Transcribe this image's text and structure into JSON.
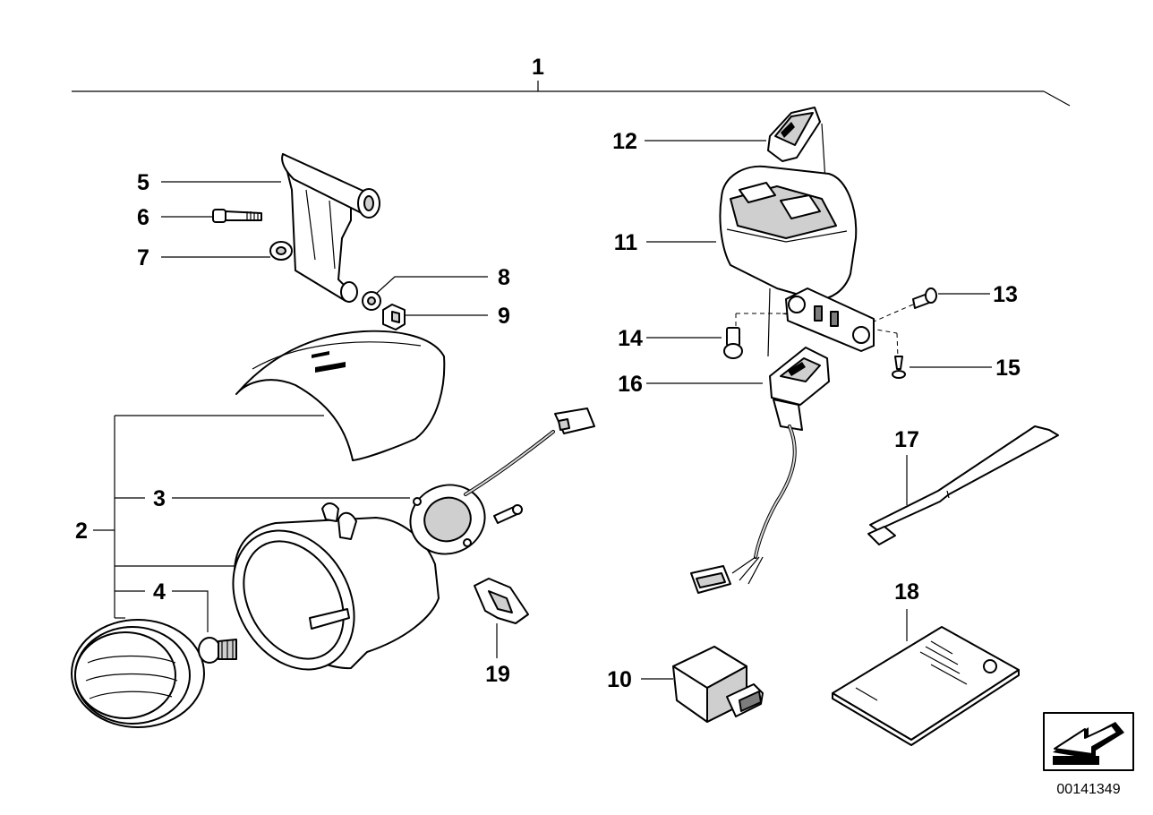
{
  "callouts": {
    "c1": "1",
    "c2": "2",
    "c3": "3",
    "c4": "4",
    "c5": "5",
    "c6": "6",
    "c7": "7",
    "c8": "8",
    "c9": "9",
    "c10": "10",
    "c11": "11",
    "c12": "12",
    "c13": "13",
    "c14": "14",
    "c15": "15",
    "c16": "16",
    "c17": "17",
    "c18": "18",
    "c19": "19"
  },
  "part_number": "00141349"
}
